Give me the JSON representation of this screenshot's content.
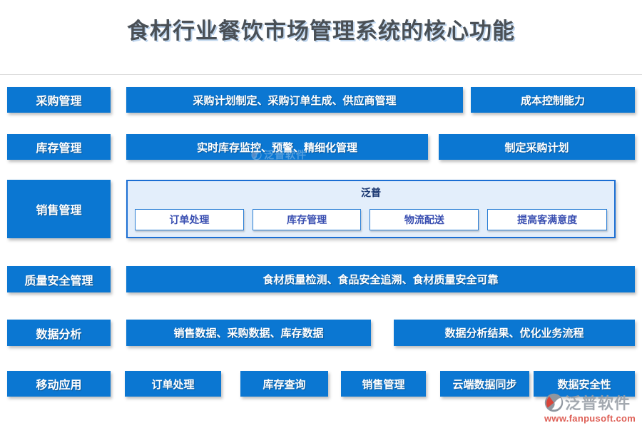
{
  "title": "食材行业餐饮市场管理系统的核心功能",
  "rows": [
    {
      "label": "采购管理",
      "boxes": [
        "采购计划制定、采购订单生成、供应商管理",
        "成本控制能力"
      ]
    },
    {
      "label": "库存管理",
      "boxes": [
        "实时库存监控、预警、精细化管理",
        "制定采购计划"
      ]
    },
    {
      "label": "销售管理",
      "panel": {
        "brand": "泛普",
        "buttons": [
          "订单处理",
          "库存管理",
          "物流配送",
          "提高客满意度"
        ]
      }
    },
    {
      "label": "质量安全管理",
      "boxes": [
        "食材质量检测、食品安全追溯、食材质量安全可靠"
      ]
    },
    {
      "label": "数据分析",
      "boxes": [
        "销售数据、采购数据、库存数据",
        "数据分析结果、优化业务流程"
      ]
    },
    {
      "label": "移动应用",
      "boxes": [
        "订单处理",
        "库存查询",
        "销售管理",
        "云端数据同步",
        "数据安全性"
      ]
    }
  ],
  "watermark": {
    "brand": "泛普软件",
    "url": "www.fanpusoft.com"
  },
  "colors": {
    "primary_blue": "#0b77d2",
    "panel_bg": "#e3eefb",
    "panel_border": "#1b6ed3",
    "panel_button_text": "#3a4fb1",
    "title_text": "#4a5056",
    "watermark_gray": "#9aa0a8",
    "watermark_red": "#d9453a"
  }
}
